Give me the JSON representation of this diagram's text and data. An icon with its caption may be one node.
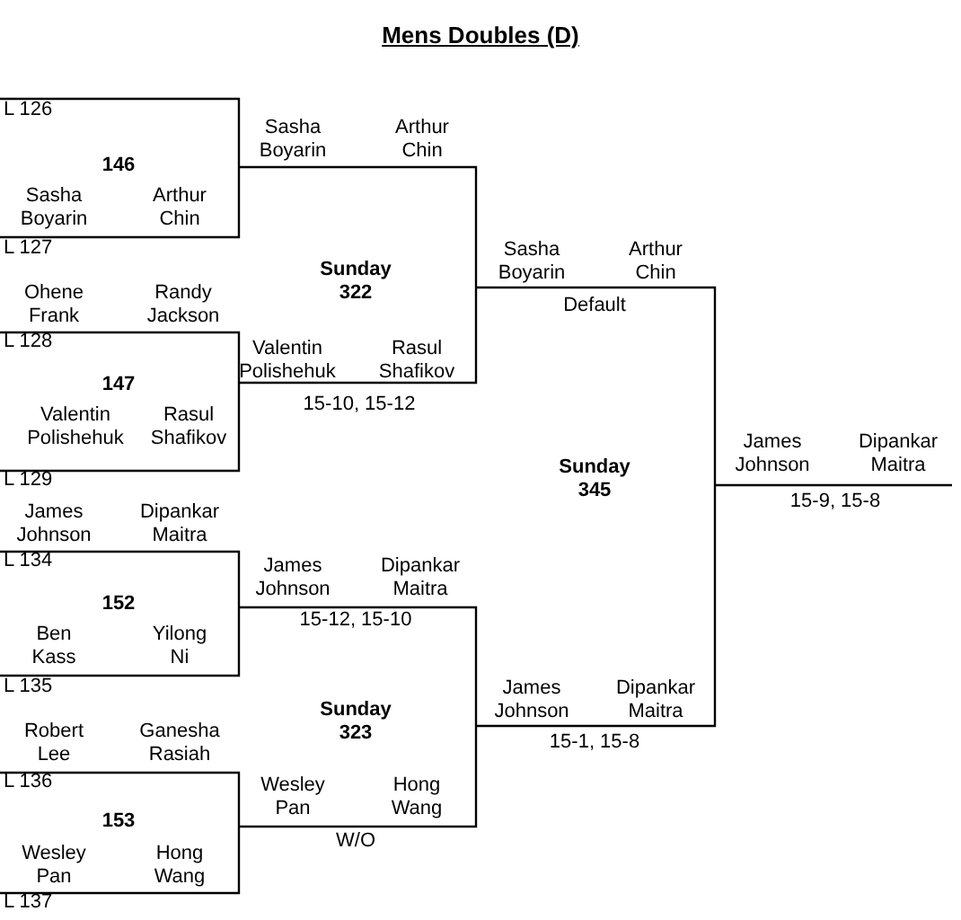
{
  "diagram": {
    "title": "Mens Doubles (D)",
    "labels": [
      "L 126",
      "Sasha Boyarin",
      "Arthur Chin",
      "146",
      "Sasha Boyarin",
      "Arthur Chin",
      "L 127",
      "Sasha Boyarin",
      "Arthur Chin",
      "Sunday 322",
      "Ohene Frank",
      "Randy Jackson",
      "Default",
      "L 128",
      "Valentin Polishehuk",
      "Rasul Shafikov",
      "147",
      "15-10, 15-12",
      "Valentin Polishehuk",
      "Rasul Shafikov",
      "James Johnson",
      "Dipankar Maitra",
      "Sunday 345",
      "L 129",
      "15-9, 15-8",
      "James Johnson",
      "Dipankar Maitra",
      "L 134",
      "James Johnson",
      "Dipankar Maitra",
      "152",
      "15-12, 15-10",
      "Ben Kass",
      "Yilong Ni",
      "L 135",
      "James Johnson",
      "Dipankar Maitra",
      "Sunday 323",
      "Robert Lee",
      "Ganesha Rasiah",
      "15-1, 15-8",
      "L 136",
      "Wesley Pan",
      "Hong Wang",
      "153",
      "W/O",
      "Wesley Pan",
      "Hong Wang",
      "L 137"
    ]
  }
}
